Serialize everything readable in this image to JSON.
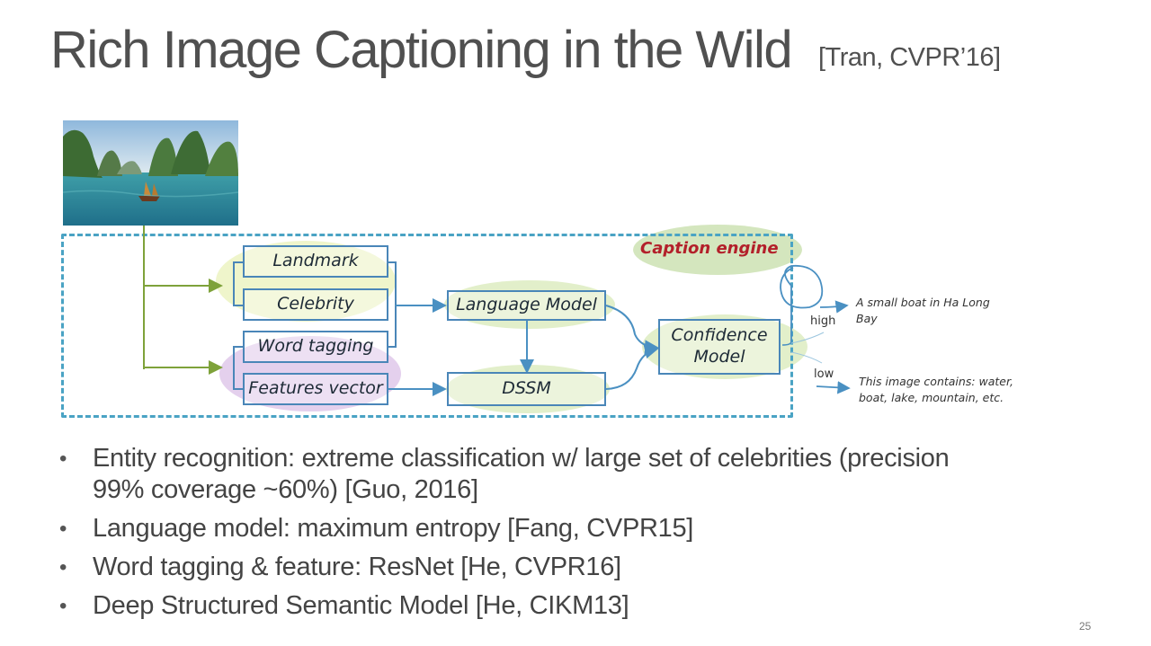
{
  "slide": {
    "title": "Rich Image Captioning in the Wild",
    "title_ref": "[Tran, CVPR’16]",
    "page_number": "25"
  },
  "diagram": {
    "engine_label": "Caption engine",
    "boxes": {
      "landmark": "Landmark",
      "celebrity": "Celebrity",
      "word_tagging": "Word tagging",
      "features_vector": "Features vector",
      "language_model": "Language Model",
      "dssm": "DSSM",
      "confidence_line1": "Confidence",
      "confidence_line2": "Model"
    },
    "branch_high": "high",
    "branch_low": "low",
    "output_high_line1": "A small boat in Ha Long",
    "output_high_line2": "Bay",
    "output_low_line1": "This image contains: water,",
    "output_low_line2": "boat, lake, mountain, etc."
  },
  "bullets": [
    {
      "line1": "Entity recognition: extreme classification w/ large set of celebrities (precision",
      "line2": "99% coverage ~60%) [Guo, 2016]"
    },
    {
      "line1": "Language model: maximum entropy [Fang, CVPR15]"
    },
    {
      "line1": "Word tagging & feature: ResNet [He, CVPR16]"
    },
    {
      "line1": "Deep Structured Semantic Model [He, CIKM13]"
    }
  ]
}
